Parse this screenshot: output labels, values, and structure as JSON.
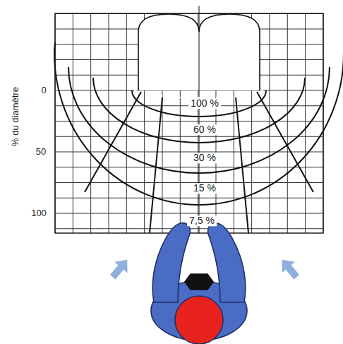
{
  "diagram": {
    "labels": [
      "% du diamètre",
      "0",
      "50",
      "100",
      "100 %",
      "60 %",
      "30 %",
      "15 %",
      "7,5 %"
    ]
  }
}
